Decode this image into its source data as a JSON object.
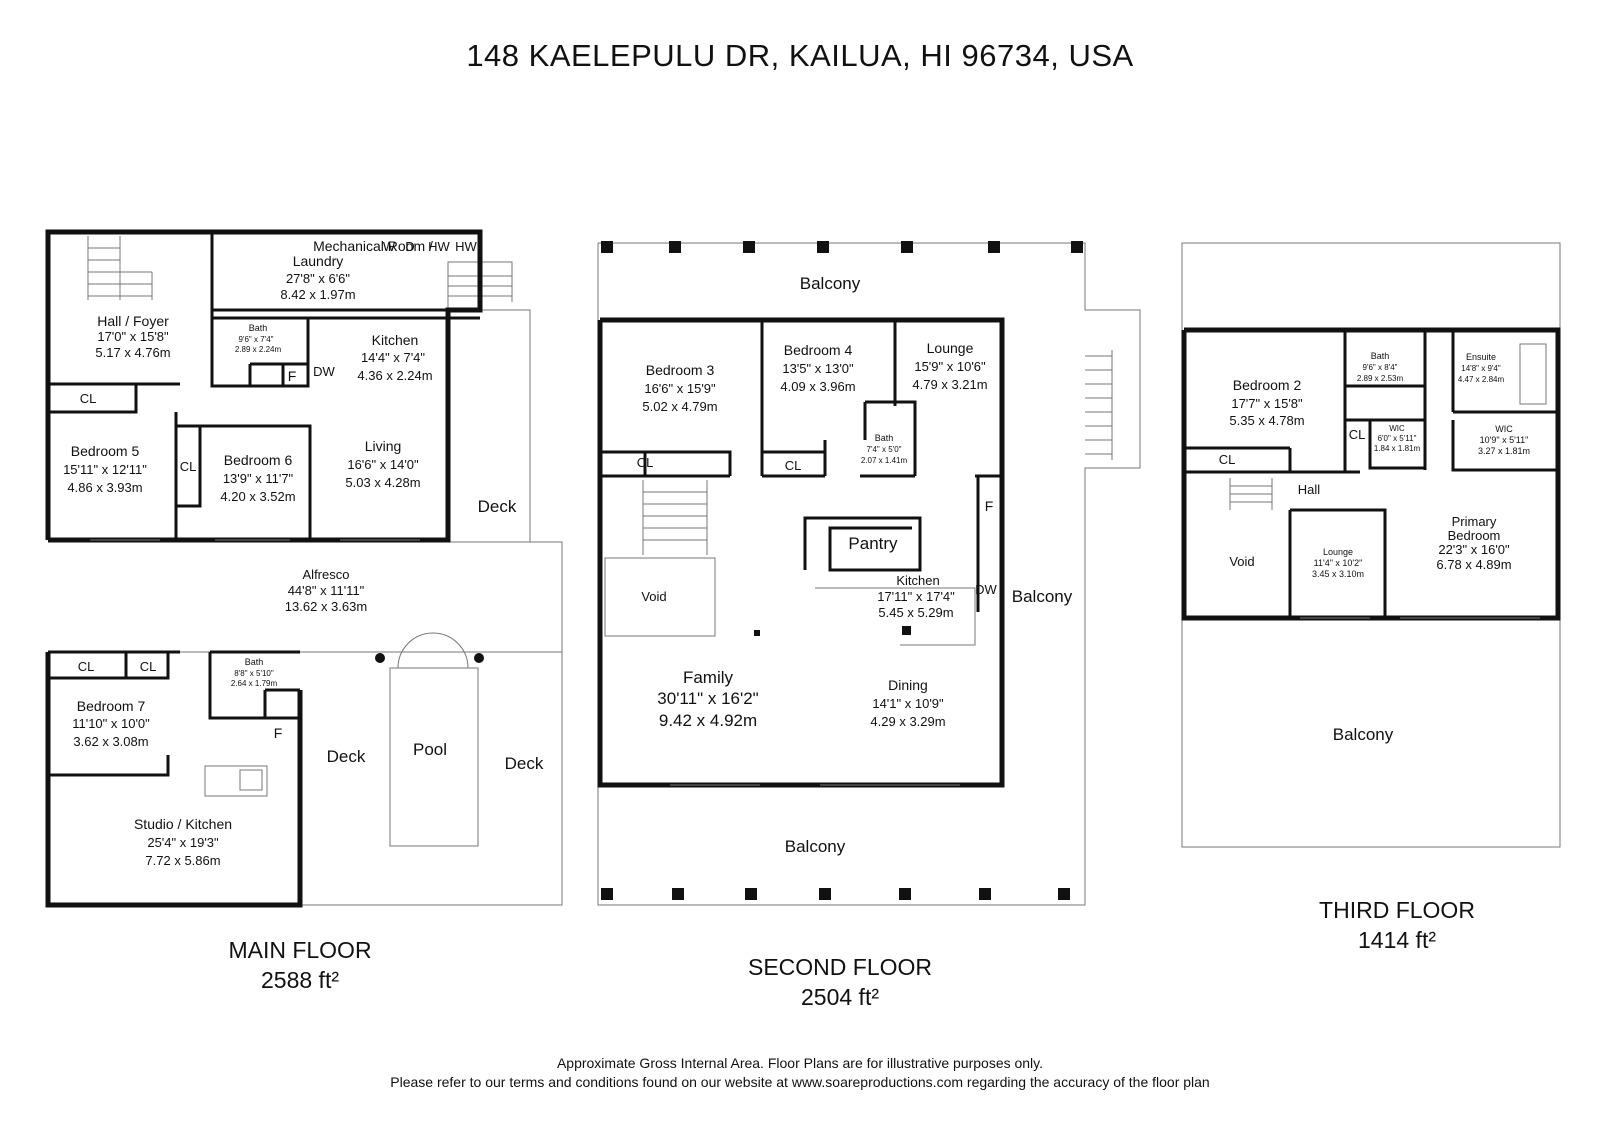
{
  "title": "148 KAELEPULU DR, KAILUA, HI 96734, USA",
  "main_floor": {
    "name": "MAIN FLOOR",
    "area": "2588 ft²",
    "rooms": {
      "hall_foyer": {
        "name": "Hall / Foyer",
        "dim_ft": "17'0\" x 15'8\"",
        "dim_m": "5.17 x 4.76m"
      },
      "mechanical": {
        "name": "Mechanical Room /",
        "name2": "Laundry",
        "dim_ft": "27'8\" x 6'6\"",
        "dim_m": "8.42 x 1.97m",
        "fixtures": [
          "W",
          "D",
          "HW",
          "HW"
        ]
      },
      "bath": {
        "name": "Bath",
        "dim_ft": "9'6\" x 7'4\"",
        "dim_m": "2.89 x 2.24m"
      },
      "kitchen": {
        "name": "Kitchen",
        "dim_ft": "14'4\" x 7'4\"",
        "dim_m": "4.36 x 2.24m"
      },
      "bedroom5": {
        "name": "Bedroom 5",
        "dim_ft": "15'11\" x 12'11\"",
        "dim_m": "4.86 x 3.93m"
      },
      "bedroom6": {
        "name": "Bedroom 6",
        "dim_ft": "13'9\" x 11'7\"",
        "dim_m": "4.20 x 3.52m"
      },
      "living": {
        "name": "Living",
        "dim_ft": "16'6\" x 14'0\"",
        "dim_m": "5.03 x 4.28m"
      },
      "alfresco": {
        "name": "Alfresco",
        "dim_ft": "44'8\" x 11'11\"",
        "dim_m": "13.62 x 3.63m"
      },
      "bedroom7": {
        "name": "Bedroom 7",
        "dim_ft": "11'10\" x 10'0\"",
        "dim_m": "3.62 x 3.08m"
      },
      "bath2": {
        "name": "Bath",
        "dim_ft": "8'8\" x 5'10\"",
        "dim_m": "2.64 x 1.79m"
      },
      "studio": {
        "name": "Studio / Kitchen",
        "dim_ft": "25'4\" x 19'3\"",
        "dim_m": "7.72 x 5.86m"
      }
    },
    "labels": {
      "cl": "CL",
      "f": "F",
      "dw": "DW",
      "deck": "Deck",
      "pool": "Pool"
    }
  },
  "second_floor": {
    "name": "SECOND FLOOR",
    "area": "2504 ft²",
    "rooms": {
      "bedroom3": {
        "name": "Bedroom 3",
        "dim_ft": "16'6\" x 15'9\"",
        "dim_m": "5.02 x 4.79m"
      },
      "bedroom4": {
        "name": "Bedroom 4",
        "dim_ft": "13'5\" x 13'0\"",
        "dim_m": "4.09 x 3.96m"
      },
      "lounge": {
        "name": "Lounge",
        "dim_ft": "15'9\" x 10'6\"",
        "dim_m": "4.79 x 3.21m"
      },
      "bath": {
        "name": "Bath",
        "dim_ft": "7'4\" x 5'0\"",
        "dim_m": "2.07 x 1.41m"
      },
      "pantry": {
        "name": "Pantry"
      },
      "kitchen": {
        "name": "Kitchen",
        "dim_ft": "17'11\" x 17'4\"",
        "dim_m": "5.45 x 5.29m"
      },
      "void": {
        "name": "Void"
      },
      "family": {
        "name": "Family",
        "dim_ft": "30'11\" x 16'2\"",
        "dim_m": "9.42 x 4.92m"
      },
      "dining": {
        "name": "Dining",
        "dim_ft": "14'1\" x 10'9\"",
        "dim_m": "4.29 x 3.29m"
      }
    },
    "labels": {
      "balcony": "Balcony",
      "cl": "CL",
      "f": "F",
      "dw": "DW"
    }
  },
  "third_floor": {
    "name": "THIRD FLOOR",
    "area": "1414 ft²",
    "rooms": {
      "bedroom2": {
        "name": "Bedroom 2",
        "dim_ft": "17'7\" x 15'8\"",
        "dim_m": "5.35 x 4.78m"
      },
      "bath": {
        "name": "Bath",
        "dim_ft": "9'6\" x 8'4\"",
        "dim_m": "2.89 x 2.53m"
      },
      "ensuite": {
        "name": "Ensuite",
        "dim_ft": "14'8\" x 9'4\"",
        "dim_m": "4.47 x 2.84m"
      },
      "wic1": {
        "name": "WIC",
        "dim_ft": "6'0\" x 5'11\"",
        "dim_m": "1.84 x 1.81m"
      },
      "wic2": {
        "name": "WIC",
        "dim_ft": "10'9\" x 5'11\"",
        "dim_m": "3.27 x 1.81m"
      },
      "hall": {
        "name": "Hall"
      },
      "void": {
        "name": "Void"
      },
      "lounge": {
        "name": "Lounge",
        "dim_ft": "11'4\" x 10'2\"",
        "dim_m": "3.45 x 3.10m"
      },
      "primary": {
        "name": "Primary",
        "name2": "Bedroom",
        "dim_ft": "22'3\" x 16'0\"",
        "dim_m": "6.78 x 4.89m"
      }
    },
    "labels": {
      "balcony": "Balcony",
      "cl": "CL"
    }
  },
  "footer": {
    "line1": "Approximate Gross Internal Area. Floor Plans are for illustrative purposes only.",
    "line2": "Please refer to our terms and conditions found on our website at www.soareproductions.com regarding the accuracy of the floor plan"
  }
}
